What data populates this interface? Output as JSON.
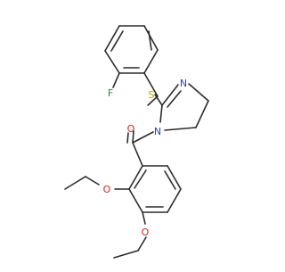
{
  "molecule": {
    "colors": {
      "bond": "#2b2b2b",
      "F": "#2e8b2e",
      "S": "#b8a400",
      "N": "#1f3fd0",
      "O": "#d81e1e",
      "background": "#ffffff"
    },
    "atom_labels": {
      "F": "F",
      "S": "S",
      "N_imine": "N",
      "N_amide": "N",
      "O_carbonyl": "O",
      "O_ethoxy_3": "O",
      "O_ethoxy_4": "O"
    }
  }
}
